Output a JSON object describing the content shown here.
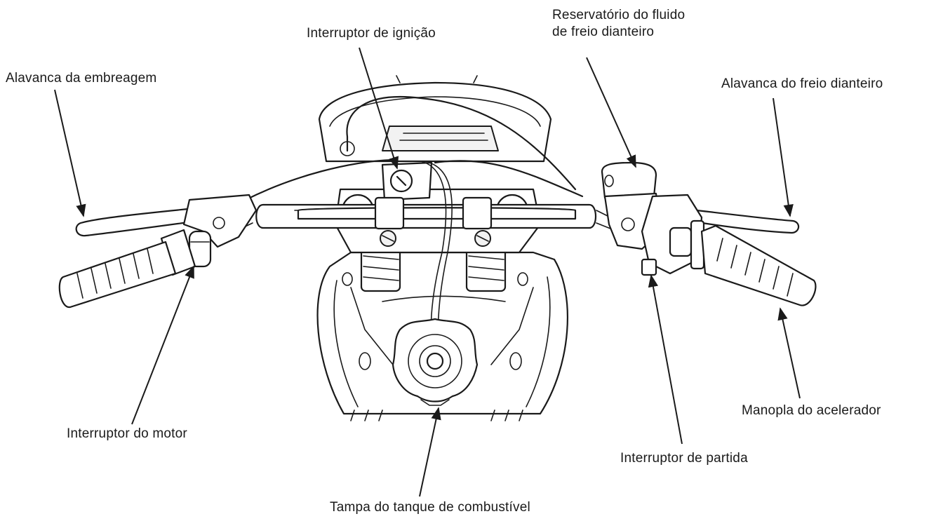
{
  "labels": {
    "clutch_lever": "Alavanca da embreagem",
    "ignition_switch": "Interruptor de ignição",
    "brake_reservoir_line1": "Reservatório do fluido",
    "brake_reservoir_line2": "de freio dianteiro",
    "front_brake_lever": "Alavanca do freio dianteiro",
    "engine_switch": "Interruptor do motor",
    "fuel_tank_cap": "Tampa do tanque de combustível",
    "starter_switch": "Interruptor de partida",
    "throttle_grip": "Manopla do acelerador"
  },
  "colors": {
    "ink": "#1a1a1a",
    "background": "#ffffff"
  }
}
